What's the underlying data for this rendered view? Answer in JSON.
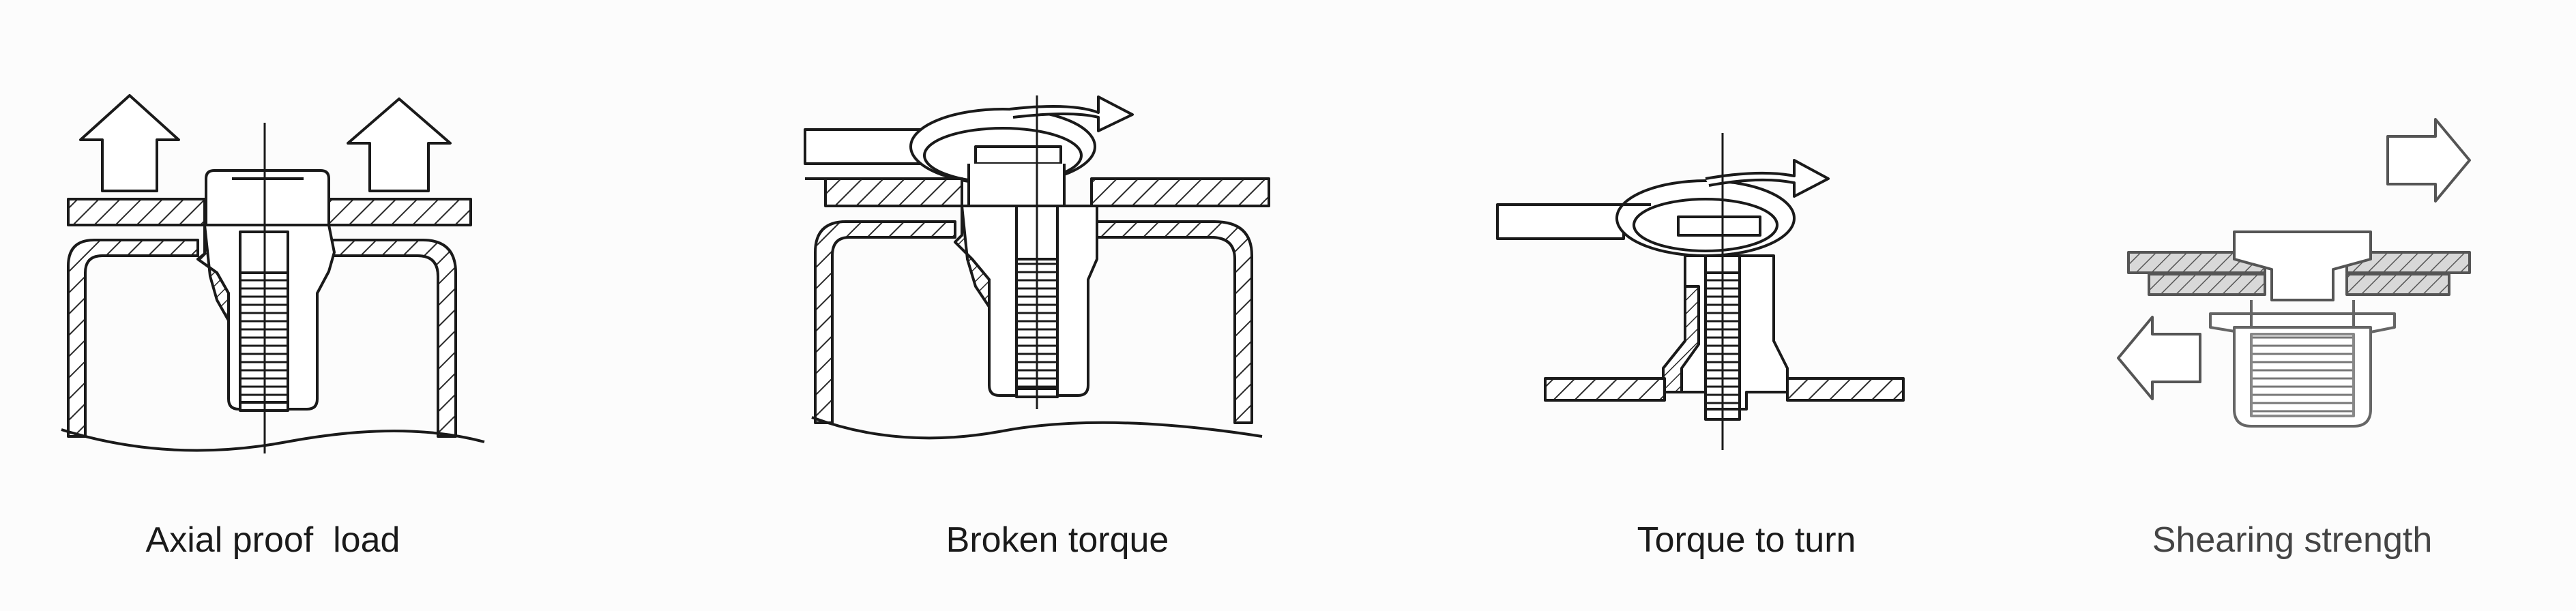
{
  "captions": [
    "Axial proof  load",
    "Broken torque",
    "Torque to turn",
    "Shearing strength"
  ],
  "colors": {
    "line": "#1a1a1a",
    "hatch": "#2a2a2a",
    "background": "#fcfcfc"
  },
  "icons": {
    "panel_1": [
      "up-arrow-icon",
      "up-arrow-icon"
    ],
    "panel_2": [
      "rotation-arrow-icon"
    ],
    "panel_3": [
      "rotation-arrow-icon"
    ],
    "panel_4": [
      "right-arrow-icon",
      "left-arrow-icon"
    ]
  }
}
